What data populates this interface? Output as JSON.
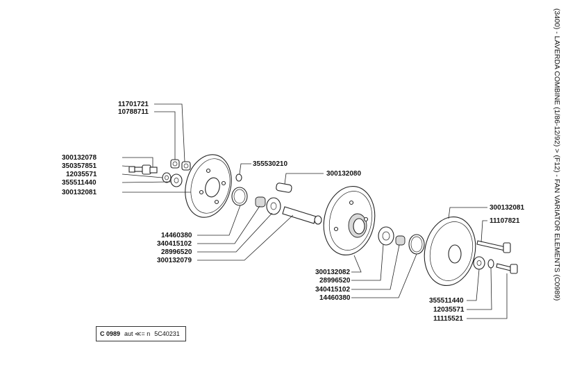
{
  "title": "(3400) - LAVERDA COMBINE (1/86-12/92) > (F12) - FAN VARIATOR ELEMENTS (C0989)",
  "stamp": {
    "code": "C 0989",
    "note": "aut ≪= n",
    "ref": "5C40231"
  },
  "labels": {
    "l_11701721": "11701721",
    "l_10788711": "10788711",
    "l_300132078": "300132078",
    "l_350357851": "350357851",
    "l_12035571_a": "12035571",
    "l_355511440_a": "355511440",
    "l_300132081_a": "300132081",
    "l_355530210": "355530210",
    "l_300132080": "300132080",
    "l_14460380_a": "14460380",
    "l_340415102_a": "340415102",
    "l_28996520_a": "28996520",
    "l_300132079": "300132079",
    "l_300132082": "300132082",
    "l_28996520_b": "28996520",
    "l_340415102_b": "340415102",
    "l_14460380_b": "14460380",
    "l_300132081_b": "300132081",
    "l_11107821": "11107821",
    "l_355511440_b": "355511440",
    "l_12035571_b": "12035571",
    "l_11115521": "11115521"
  }
}
